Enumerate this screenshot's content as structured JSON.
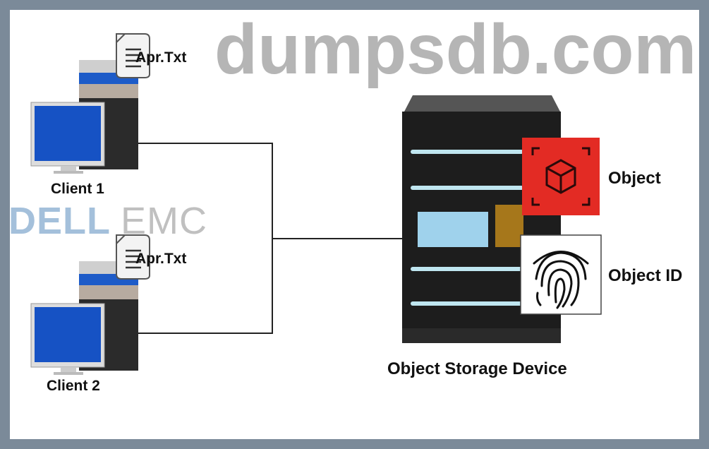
{
  "clients": [
    {
      "name": "Client 1",
      "file": "Apr.Txt"
    },
    {
      "name": "Client 2",
      "file": "Apr.Txt"
    }
  ],
  "device": {
    "label": "Object Storage Device"
  },
  "object": {
    "label": "Object",
    "icon": "cube-icon",
    "color": "#e32b24"
  },
  "object_id": {
    "label": "Object ID",
    "icon": "fingerprint-icon"
  },
  "watermarks": {
    "brand_a": "DELL",
    "brand_b": "EMC",
    "site": "dumpsdb.com"
  },
  "colors": {
    "screen": "#1652c4",
    "frame": "#7b8a99"
  }
}
